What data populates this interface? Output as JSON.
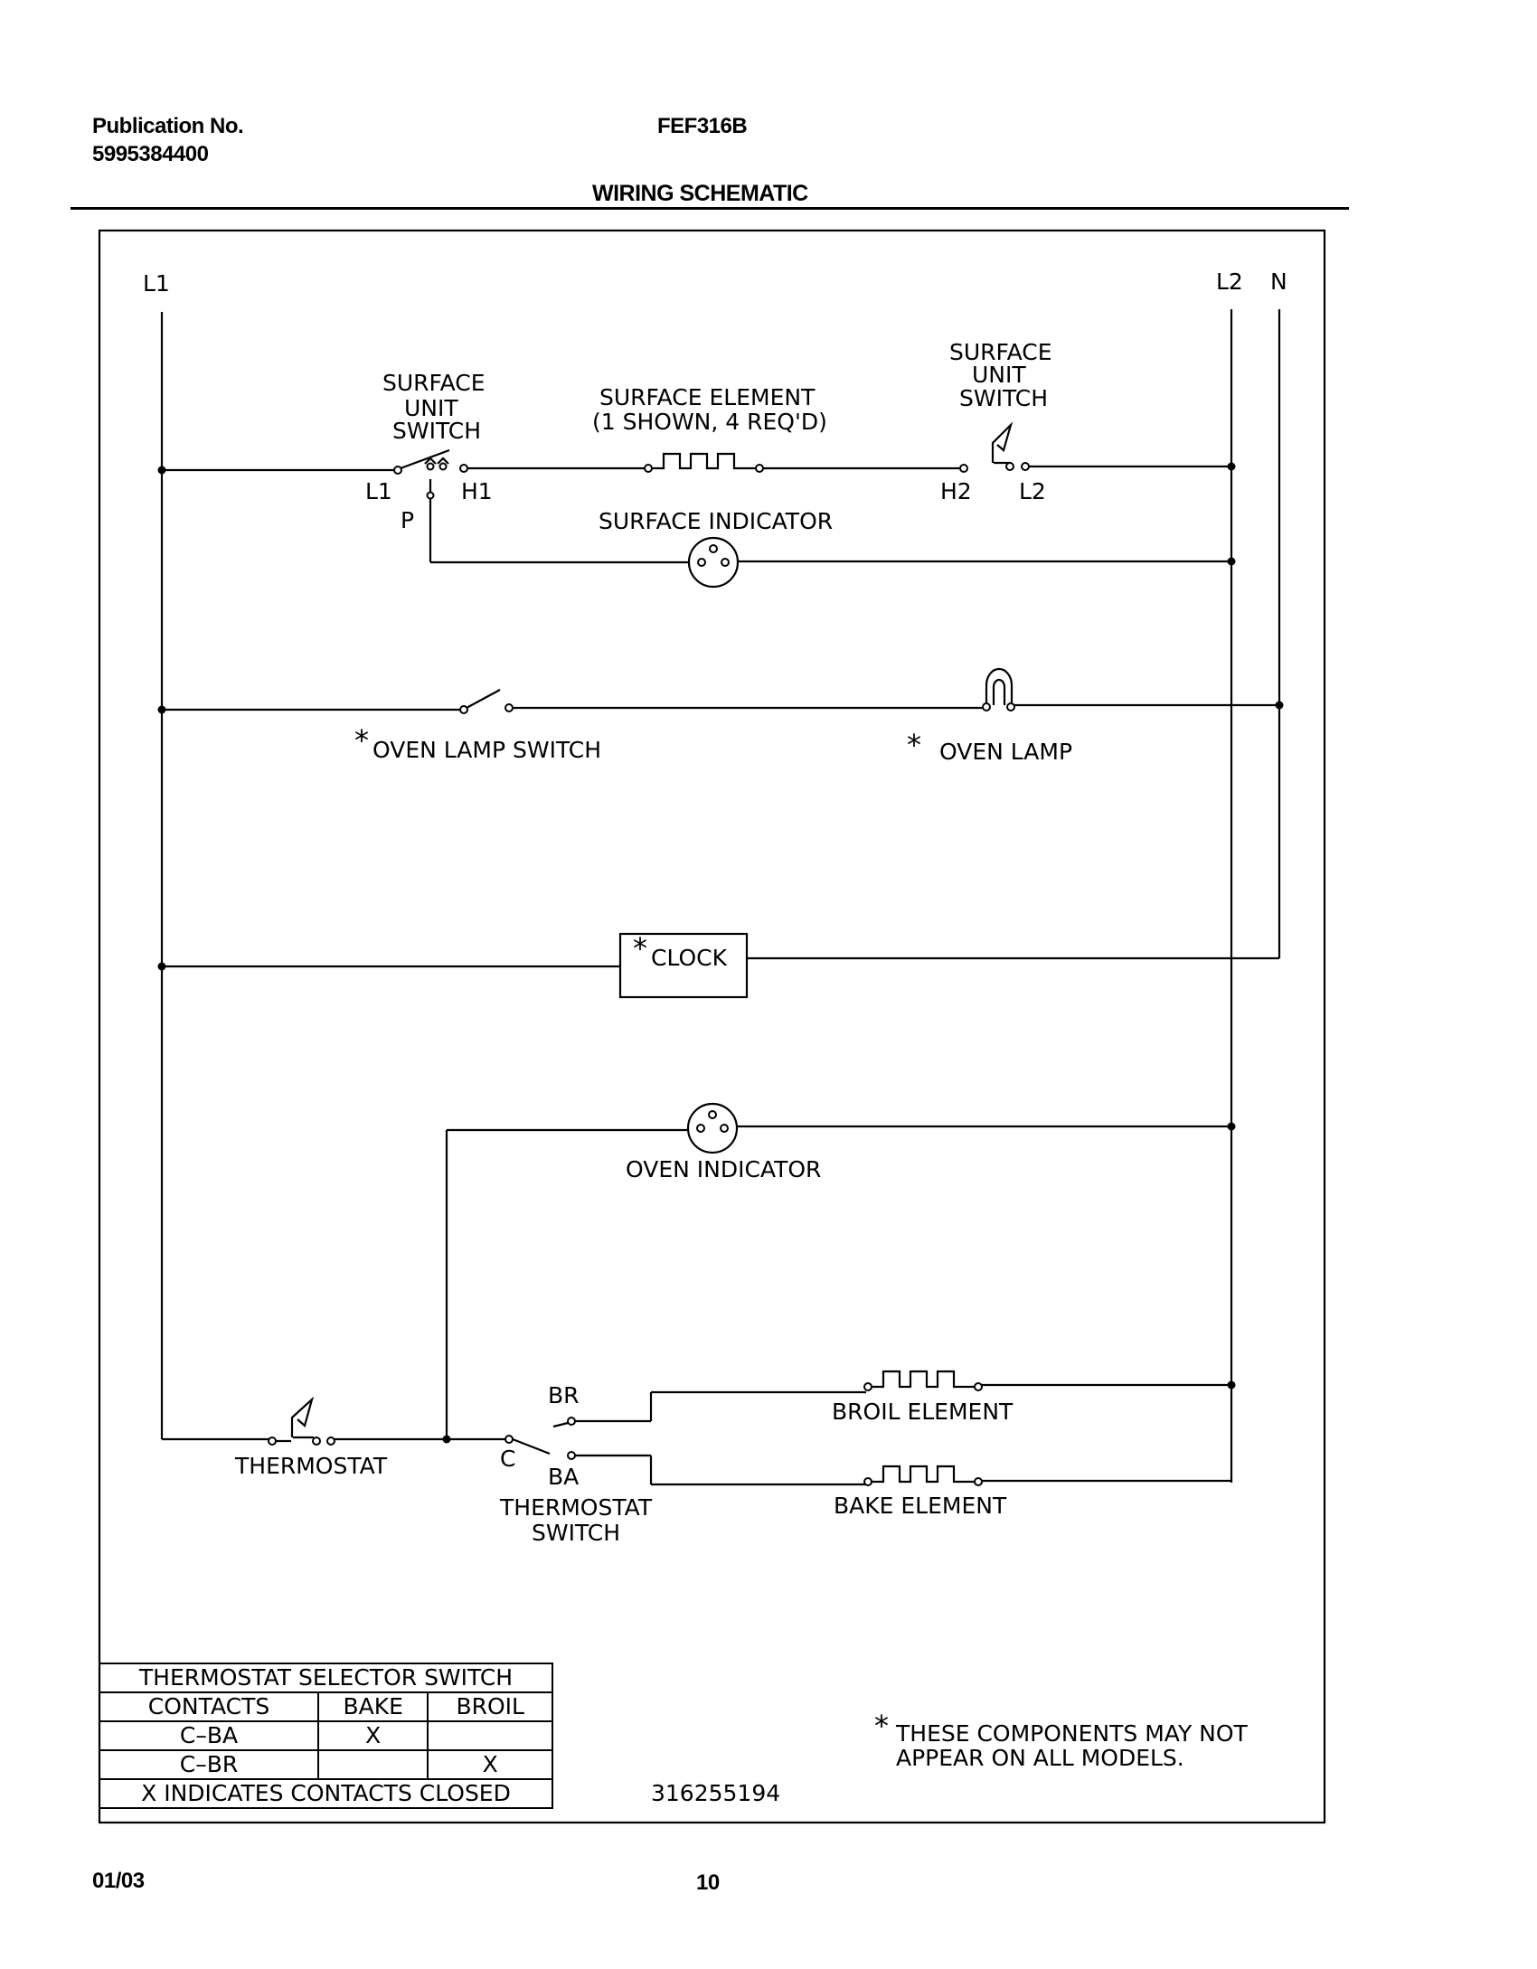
{
  "header": {
    "publication_label": "Publication No.",
    "publication_number": "5995384400",
    "model": "FEF316B",
    "title": "WIRING SCHEMATIC"
  },
  "footer": {
    "date": "01/03",
    "page": "10"
  },
  "diagram": {
    "lines": {
      "l1": "L1",
      "l2": "L2",
      "n": "N"
    },
    "surface_switch_left": {
      "line1": "SURFACE",
      "line2": "UNIT",
      "line3": "SWITCH",
      "t_l1": "L1",
      "t_h1": "H1",
      "t_p": "P"
    },
    "surface_element": {
      "line1": "SURFACE ELEMENT",
      "line2": "(1 SHOWN, 4 REQ'D)"
    },
    "surface_switch_right": {
      "line1": "SURFACE",
      "line2": "UNIT",
      "line3": "SWITCH",
      "t_h2": "H2",
      "t_l2": "L2"
    },
    "surface_indicator": "SURFACE INDICATOR",
    "oven_lamp_switch": "OVEN LAMP SWITCH",
    "oven_lamp": "OVEN LAMP",
    "clock": "CLOCK",
    "asterisk": "*",
    "oven_indicator": "OVEN INDICATOR",
    "thermostat": "THERMOSTAT",
    "thermostat_switch": {
      "line1": "THERMOSTAT",
      "line2": "SWITCH",
      "t_c": "C",
      "t_br": "BR",
      "t_ba": "BA"
    },
    "broil_element": "BROIL ELEMENT",
    "bake_element": "BAKE ELEMENT",
    "note": {
      "line1": "THESE COMPONENTS MAY NOT",
      "line2": "APPEAR ON ALL MODELS."
    },
    "drawing_number": "316255194"
  },
  "selector_table": {
    "title": "THERMOSTAT SELECTOR SWITCH",
    "headers": [
      "CONTACTS",
      "BAKE",
      "BROIL"
    ],
    "rows": [
      [
        "C–BA",
        "X",
        ""
      ],
      [
        "C–BR",
        "",
        "X"
      ]
    ],
    "footnote": "X INDICATES CONTACTS CLOSED"
  }
}
